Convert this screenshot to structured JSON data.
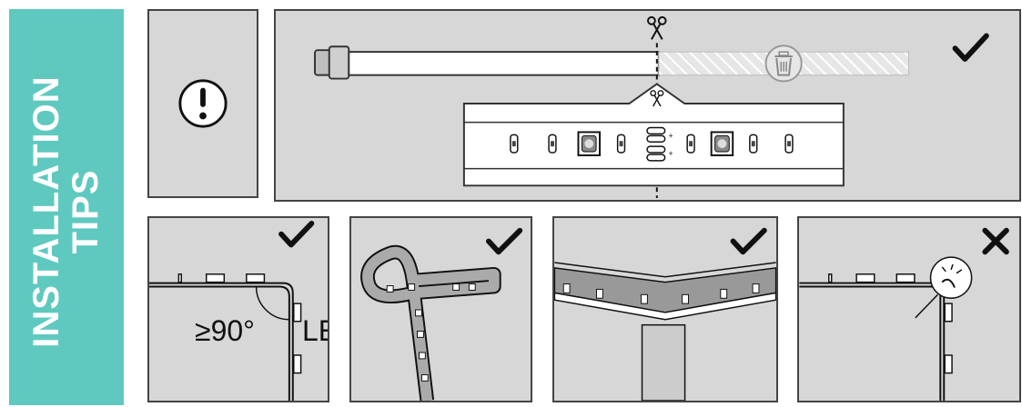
{
  "sidebar": {
    "line1": "INSTALLATION",
    "line2": "TIPS",
    "color": "#5fc9c0"
  },
  "panels": {
    "warning": {
      "icon": "exclamation-circle-icon"
    },
    "cutting": {
      "result": "check",
      "icons": [
        "scissors-icon",
        "trash-icon"
      ]
    },
    "corner_bend": {
      "result": "check",
      "angle_label": "≥90°",
      "led_label": "LED"
    },
    "twist_bend": {
      "result": "check"
    },
    "mitre_corner": {
      "result": "check"
    },
    "sharp_corner": {
      "result": "cross"
    }
  }
}
